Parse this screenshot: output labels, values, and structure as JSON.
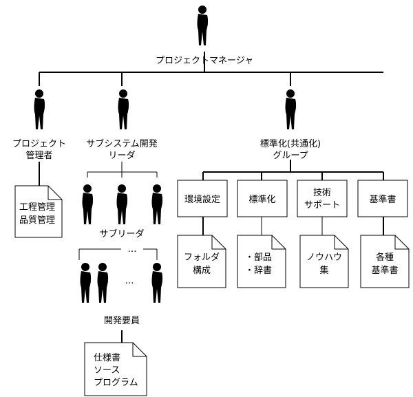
{
  "top": {
    "label": "プロジェクトマネージャ"
  },
  "leaders": [
    {
      "lines": [
        "プロジェクト",
        "管理者"
      ]
    },
    {
      "lines": [
        "サブシステム開発",
        "リーダ"
      ]
    },
    {
      "lines": [
        "標準化(共通化)",
        "グループ"
      ]
    }
  ],
  "pm_doc": {
    "lines": [
      "工程管理",
      "品質管理"
    ]
  },
  "sub_leader": {
    "label": "サブリーダ",
    "ellipsis": "…"
  },
  "developers": {
    "label": "開発要員",
    "ellipsis": "…"
  },
  "dev_doc": {
    "lines": [
      "仕様書",
      "ソース",
      "プログラム"
    ]
  },
  "std_groups": [
    {
      "lines": [
        "環境設定"
      ],
      "doc": [
        "フォルダ",
        "構成"
      ]
    },
    {
      "lines": [
        "標準化"
      ],
      "doc": [
        "・部品",
        "・辞書"
      ]
    },
    {
      "lines": [
        "技術",
        "サポート"
      ],
      "doc": [
        "ノウハウ",
        "集"
      ]
    },
    {
      "lines": [
        "基準書"
      ],
      "doc": [
        "各種",
        "基準書"
      ]
    }
  ]
}
